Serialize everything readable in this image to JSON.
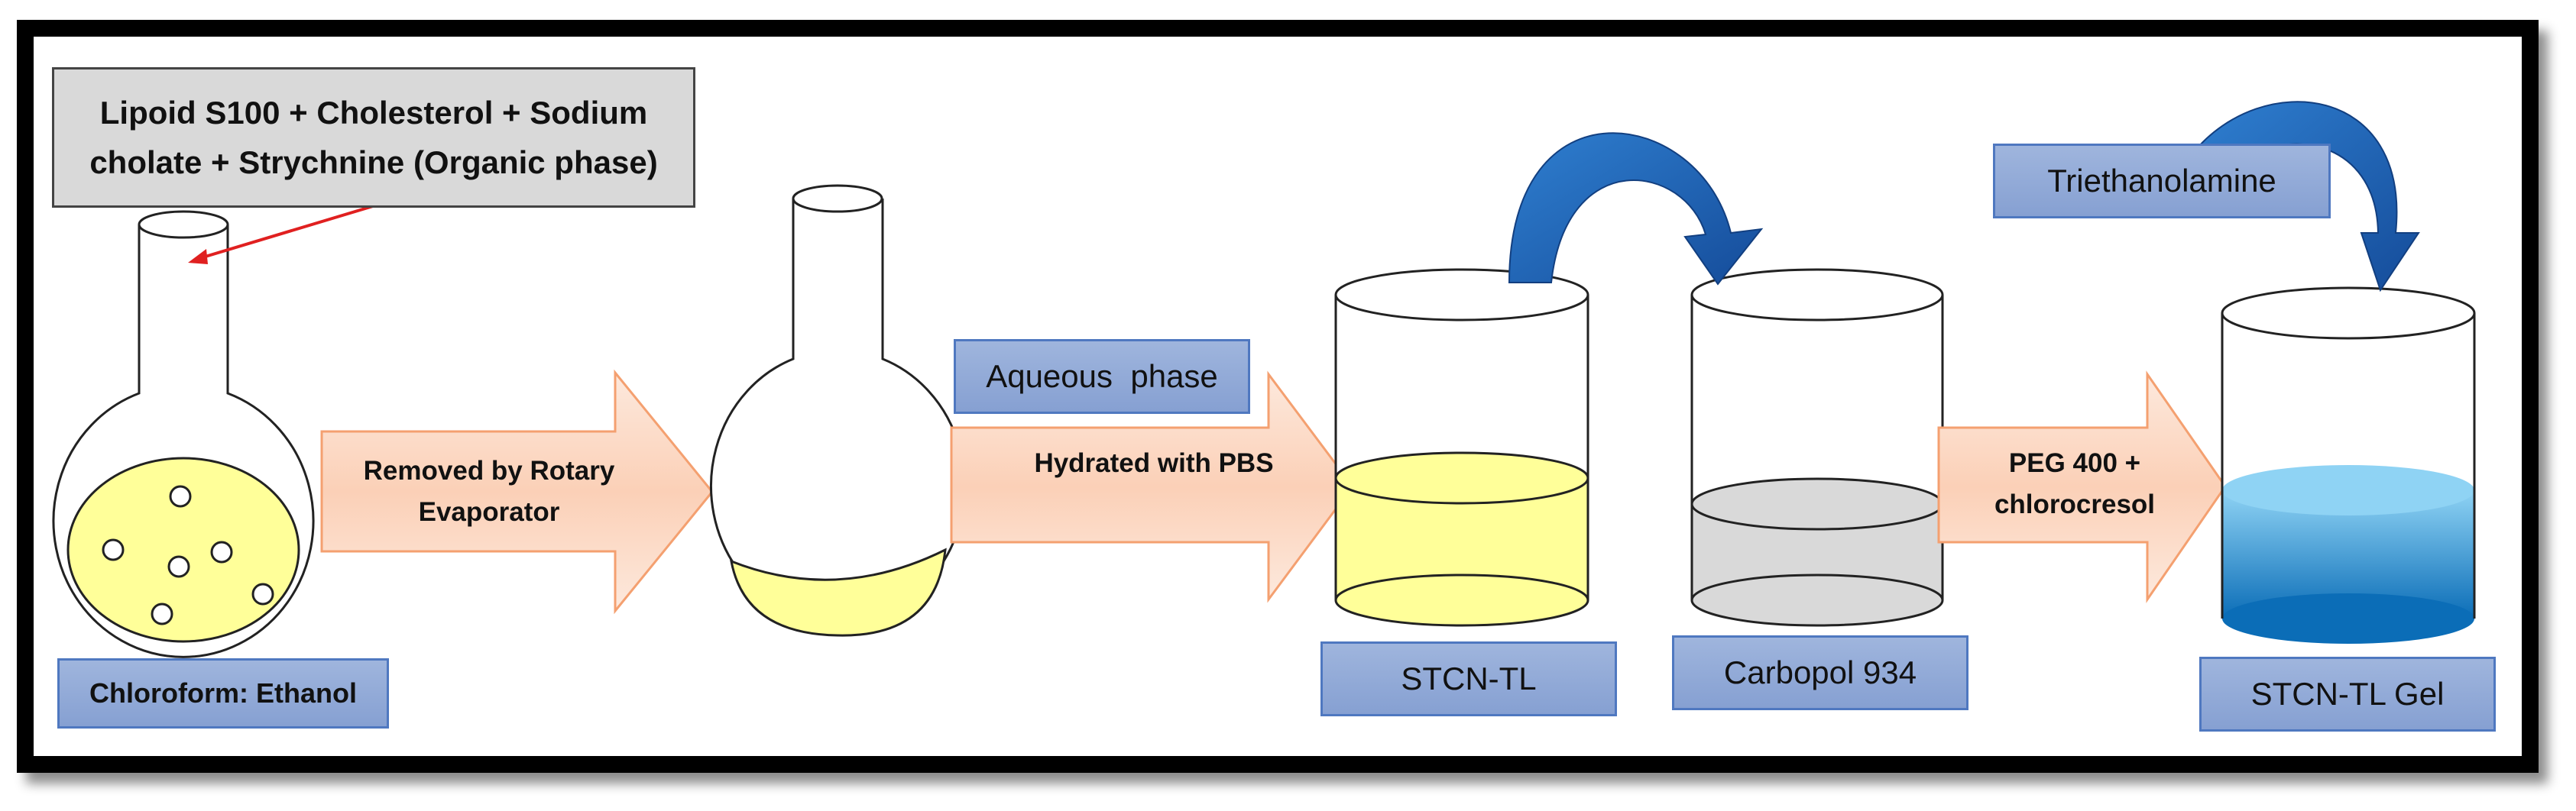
{
  "organic_phase_box": {
    "line1": "Lipoid S100 + Cholesterol + Sodium",
    "line2": "cholate + Strychnine (Organic phase)"
  },
  "arrows": {
    "rotary_line1": "Removed by Rotary",
    "rotary_line2": "Evaporator",
    "hydrated": "Hydrated with PBS",
    "peg_line1": "PEG 400 +",
    "peg_line2": "chlorocresol"
  },
  "labels": {
    "chloroform": "Chloroform: Ethanol",
    "aqueous": "Aqueous  phase",
    "stcn_tl": "STCN-TL",
    "carbopol": "Carbopol 934",
    "triethanolamine": "Triethanolamine",
    "stcn_gel": "STCN-TL Gel"
  },
  "colors": {
    "yellow_liquid": "#ffff99",
    "grey_liquid": "#d9d9d9",
    "gel_blue": "#1f8fd0",
    "label_blue": "#8eaadb",
    "arrow_peach": "#fbd5bf",
    "curve_arrow": "#1f5fb0"
  }
}
